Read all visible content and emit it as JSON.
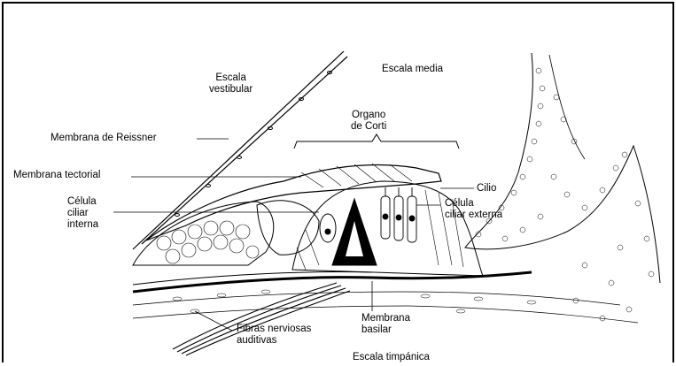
{
  "labels": {
    "escala_vestibular": [
      "Escala",
      "vestibular"
    ],
    "escala_media": "Escala media",
    "organo_de_corti": [
      "Organo",
      "de Corti"
    ],
    "membrana_reissner": "Membrana de Reissner",
    "membrana_tectorial": "Membrana tectorial",
    "celula_ciliar_interna": [
      "Célula",
      "ciliar",
      "interna"
    ],
    "cilio": "Cilio",
    "celula_ciliar_externa": [
      "Célula",
      "ciliar externa"
    ],
    "fibras_nerviosas": [
      "Fibras nerviosas",
      "auditivas"
    ],
    "membrana_basilar": [
      "Membrana",
      "basilar"
    ],
    "escala_timpanica": "Escala timpánica"
  },
  "colors": {
    "ink": "#000000",
    "background": "#ffffff"
  }
}
